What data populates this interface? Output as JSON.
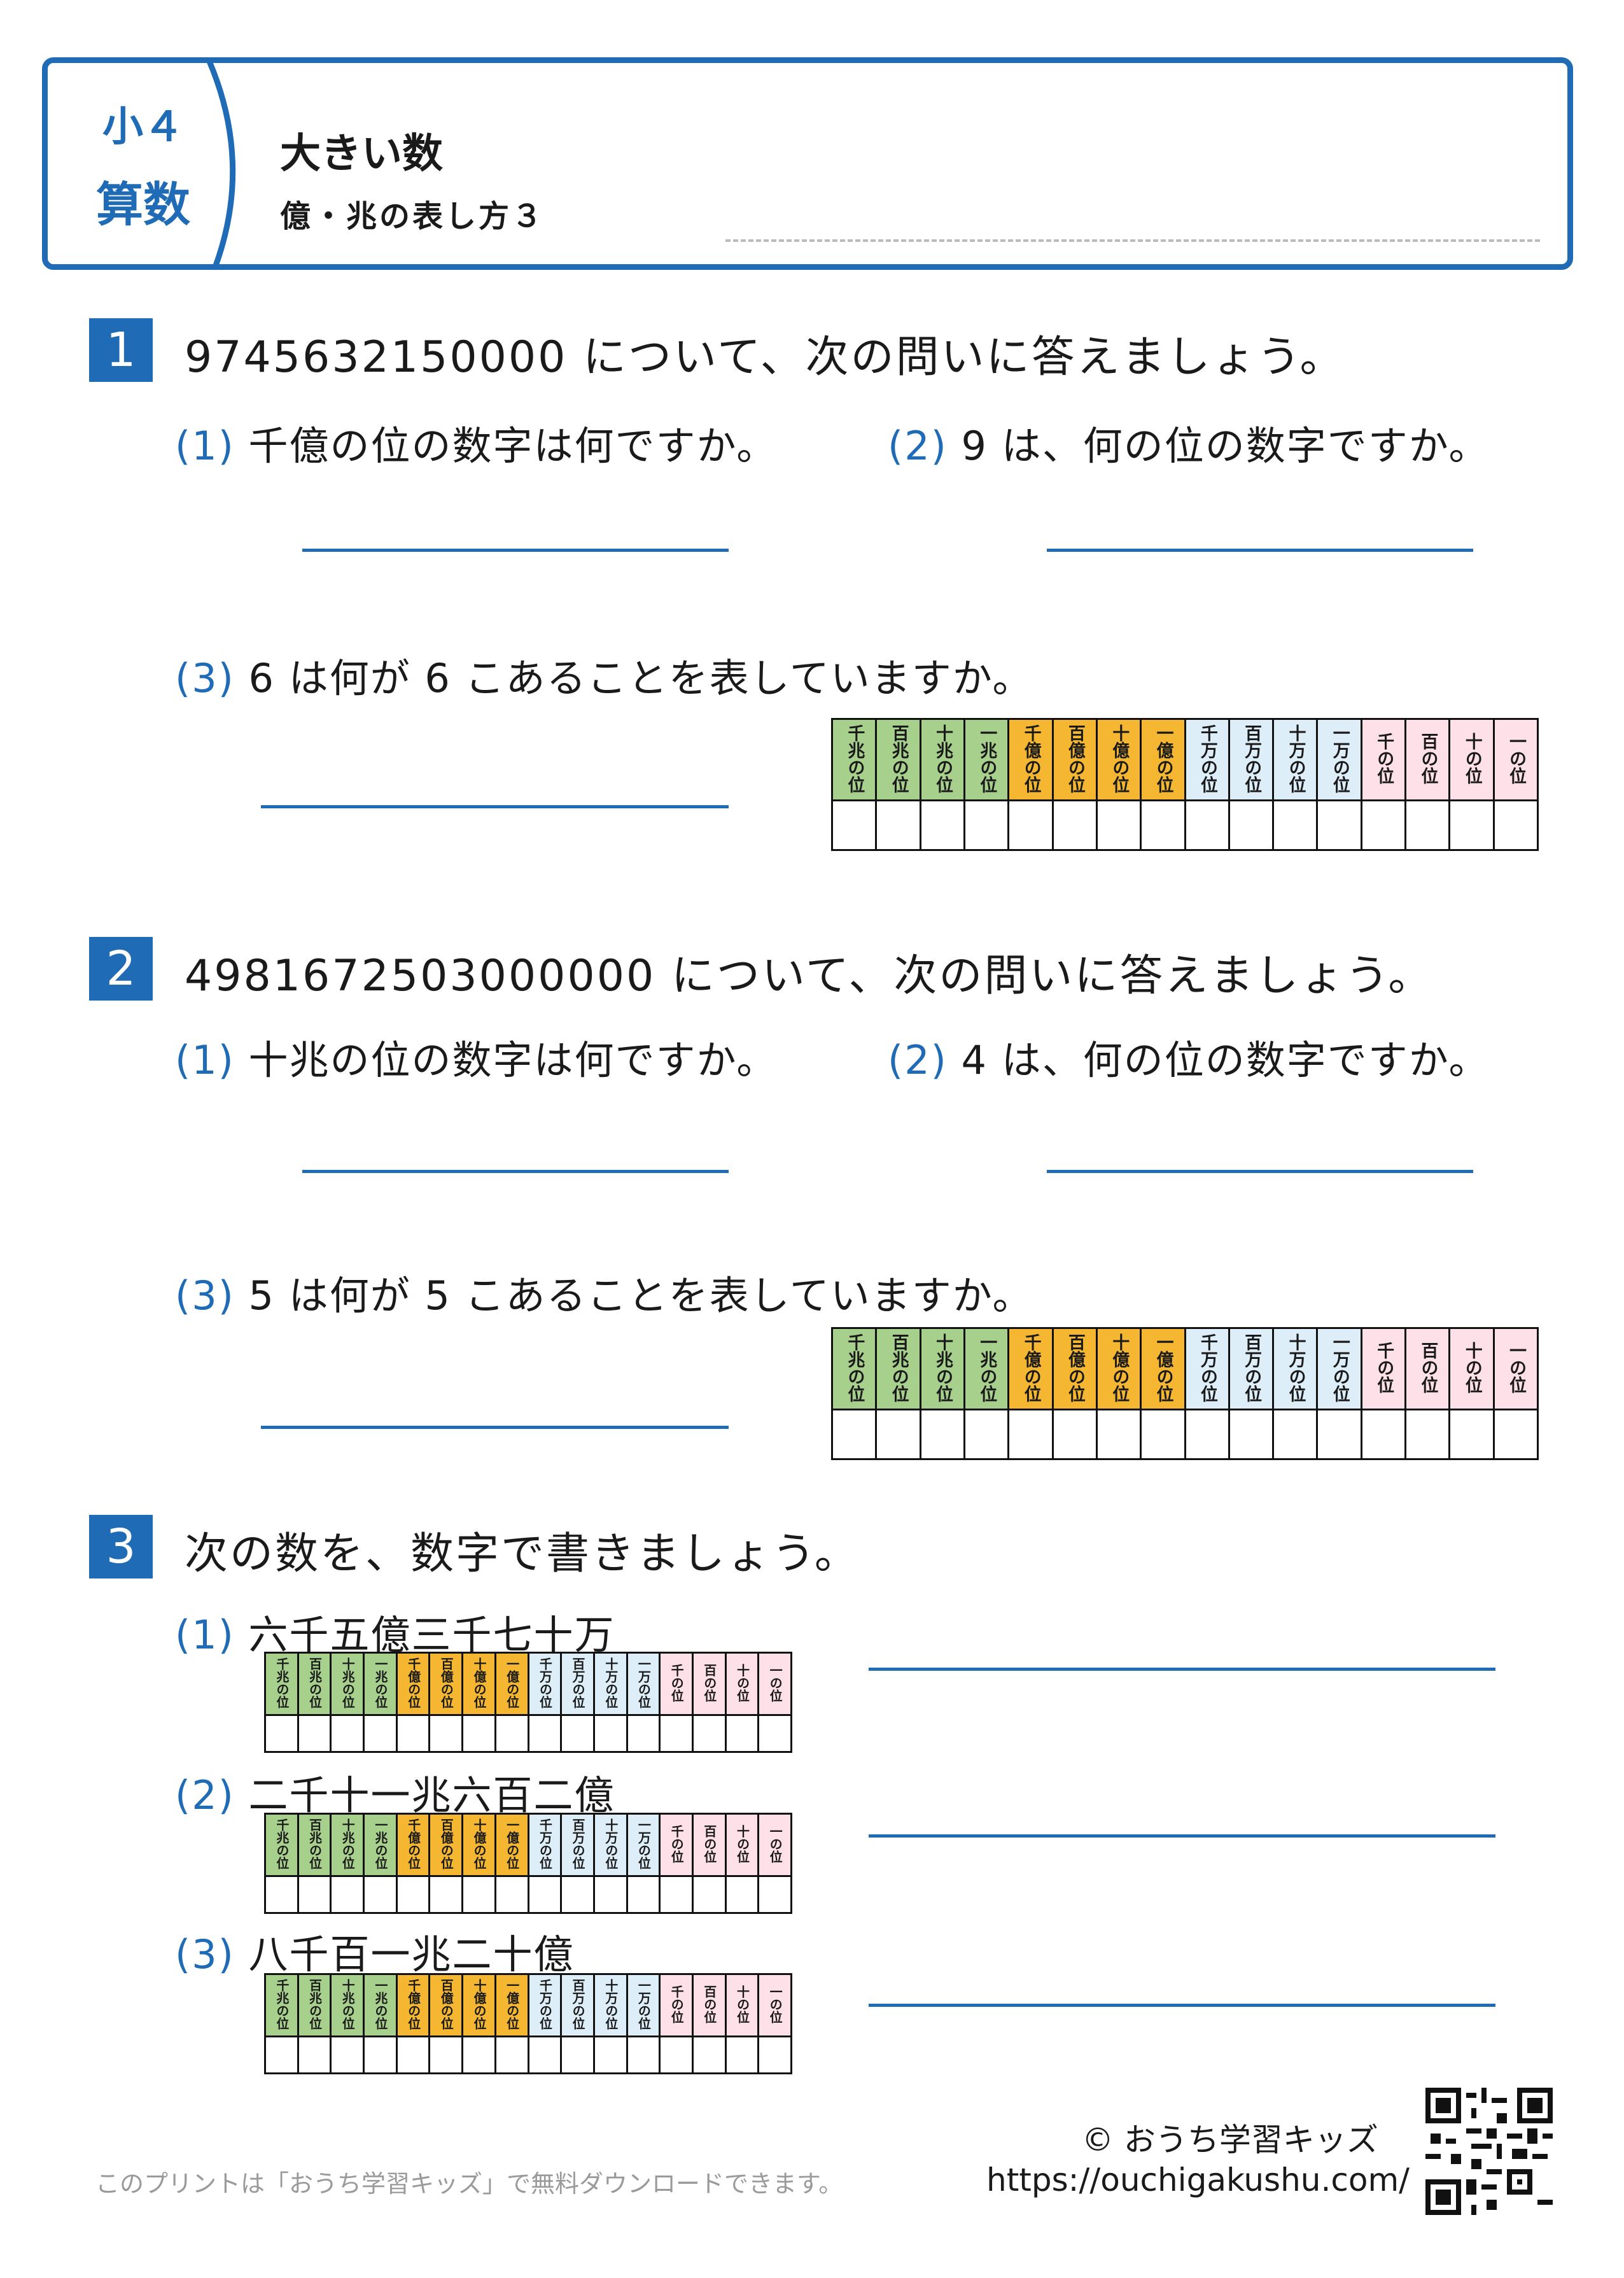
{
  "header": {
    "grade": "小４",
    "subject": "算数",
    "title": "大きい数",
    "subtitle": "億・兆の表し方３"
  },
  "place_headers": [
    "千兆の位",
    "百兆の位",
    "十兆の位",
    "一兆の位",
    "千億の位",
    "百億の位",
    "十億の位",
    "一億の位",
    "千万の位",
    "百万の位",
    "十万の位",
    "一万の位",
    "千の位",
    "百の位",
    "十の位",
    "一の位"
  ],
  "group_colors": {
    "cho": "#a8d08d",
    "oku": "#f5b731",
    "man": "#ddeef9",
    "ichi": "#fde0e8",
    "accent": "#1f6bb5"
  },
  "q1": {
    "num": "1",
    "text": "9745632150000 について、次の問いに答えましょう。",
    "s1": {
      "label": "(1)",
      "text": "千億の位の数字は何ですか。"
    },
    "s2": {
      "label": "(2)",
      "text": "9 は、何の位の数字ですか。"
    },
    "s3": {
      "label": "(3)",
      "text": "6 は何が 6 こあることを表していますか。"
    }
  },
  "q2": {
    "num": "2",
    "text": "4981672503000000 について、次の問いに答えましょう。",
    "s1": {
      "label": "(1)",
      "text": "十兆の位の数字は何ですか。"
    },
    "s2": {
      "label": "(2)",
      "text": "4 は、何の位の数字ですか。"
    },
    "s3": {
      "label": "(3)",
      "text": "5 は何が 5 こあることを表していますか。"
    }
  },
  "q3": {
    "num": "3",
    "text": "次の数を、数字で書きましょう。",
    "s1": {
      "label": "(1)",
      "text": "六千五億三千七十万"
    },
    "s2": {
      "label": "(2)",
      "text": "二千十一兆六百二億"
    },
    "s3": {
      "label": "(3)",
      "text": "八千百一兆二十億"
    }
  },
  "footer": {
    "note": "このプリントは「おうち学習キッズ」で無料ダウンロードできます。",
    "copyright": "© おうち学習キッズ",
    "url": "https://ouchigakushu.com/"
  }
}
